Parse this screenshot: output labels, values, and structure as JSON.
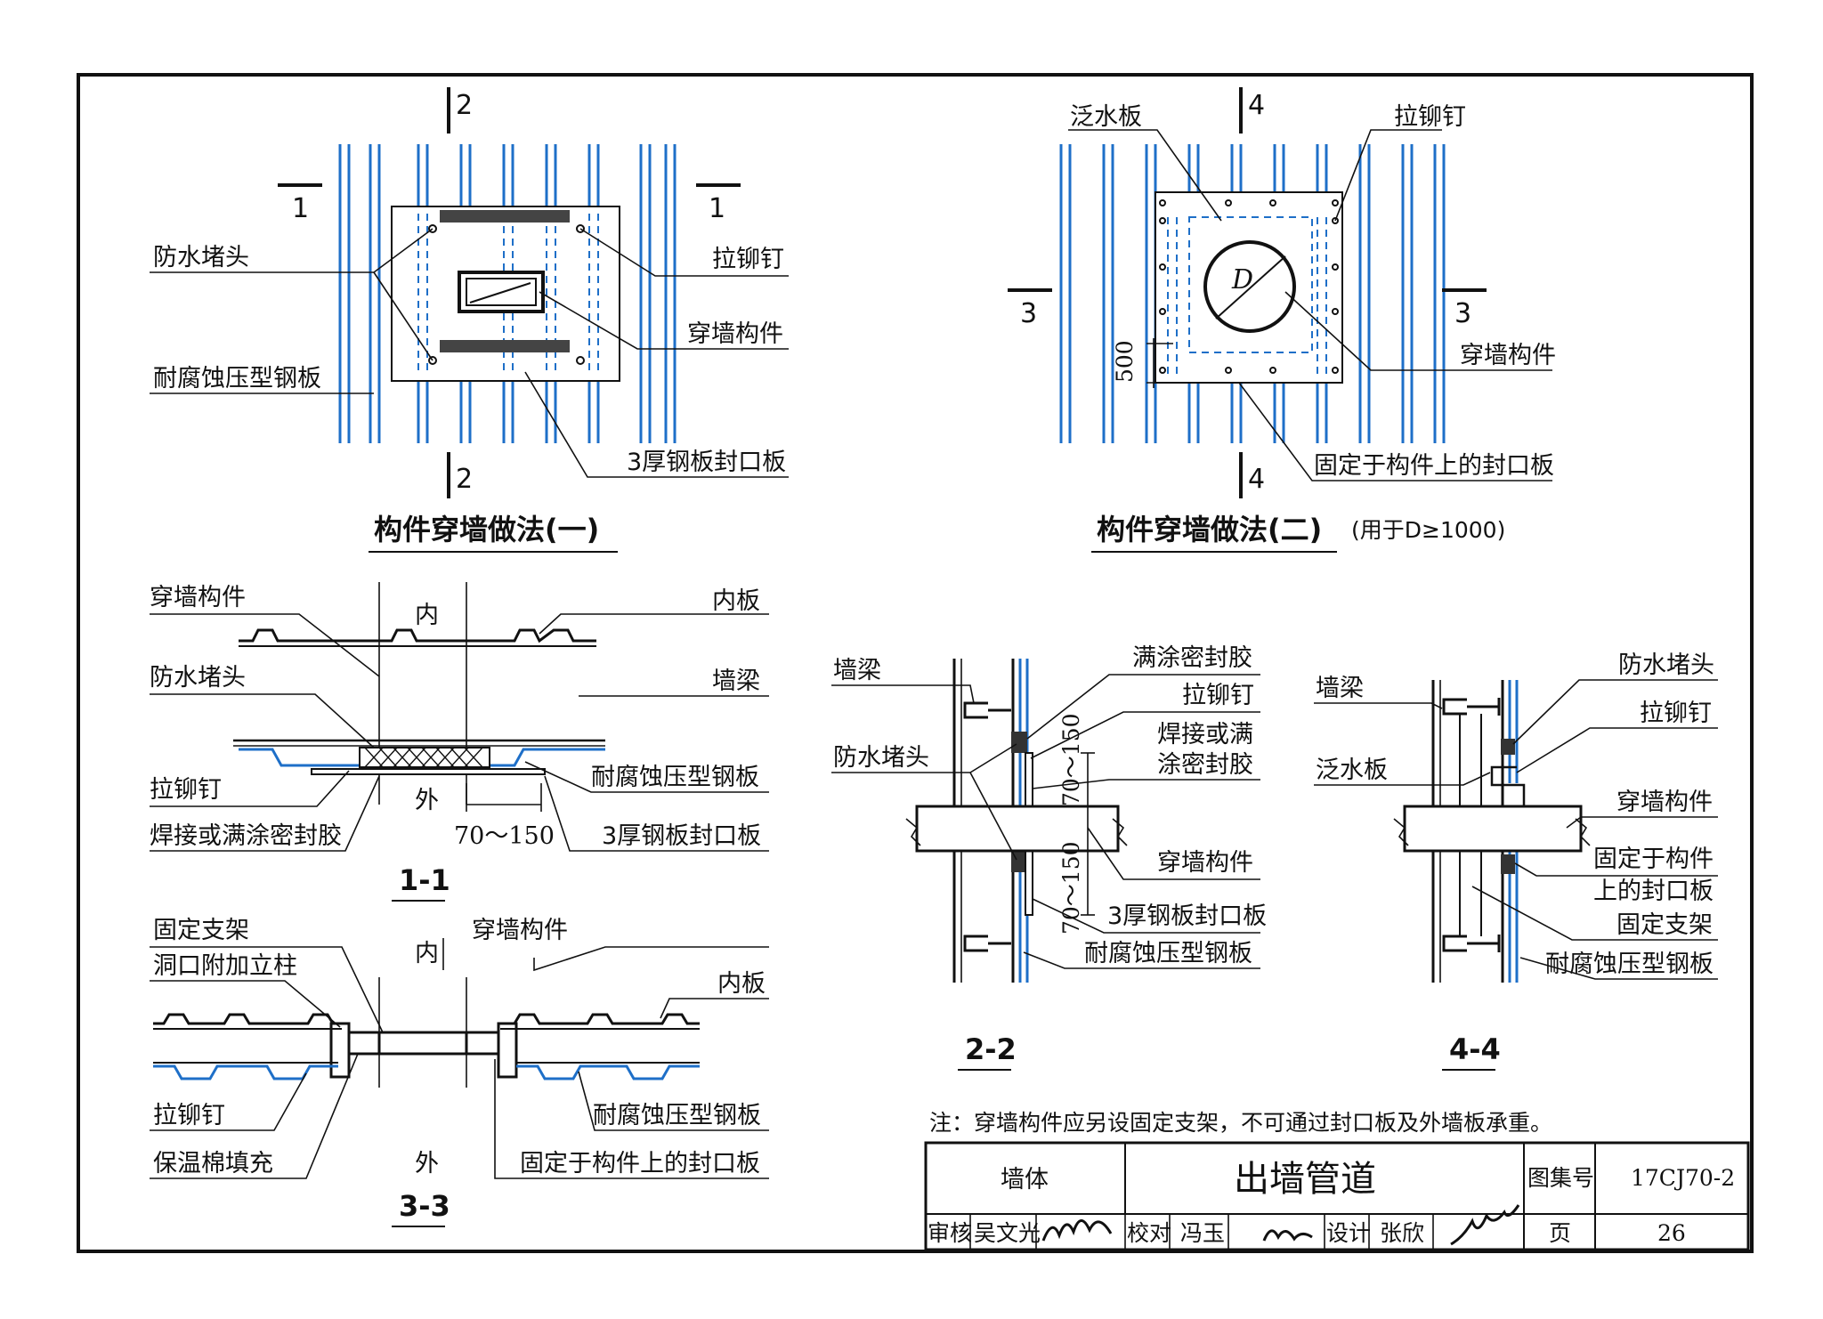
{
  "views": {
    "v1": {
      "title": "构件穿墙做法(一)",
      "labels": {
        "waterproof_plug": "防水堵头",
        "steel_sheet": "耐腐蚀压型钢板",
        "rivet": "拉铆钉",
        "member": "穿墙构件",
        "seal_plate": "3厚钢板封口板"
      },
      "section_marks": {
        "s1": "1",
        "s2": "2"
      }
    },
    "v2": {
      "title": "构件穿墙做法(二)",
      "note": "(用于D≥1000)",
      "labels": {
        "flashing": "泛水板",
        "rivet": "拉铆钉",
        "member": "穿墙构件",
        "fixed_seal": "固定于构件上的封口板",
        "diameter": "D",
        "dim500": "500"
      },
      "section_marks": {
        "s3": "3",
        "s4": "4"
      }
    },
    "s11": {
      "title": "1-1",
      "labels": {
        "member": "穿墙构件",
        "inner": "内",
        "inner_panel": "内板",
        "plug": "防水堵头",
        "beam": "墙梁",
        "rivet": "拉铆钉",
        "steel_sheet": "耐腐蚀压型钢板",
        "outer": "外",
        "weld": "焊接或满涂密封胶",
        "dim": "70～150",
        "seal_plate": "3厚钢板封口板"
      }
    },
    "s33": {
      "title": "3-3",
      "labels": {
        "bracket": "固定支架",
        "column": "洞口附加立柱",
        "inner": "内",
        "member": "穿墙构件",
        "inner_panel": "内板",
        "rivet": "拉铆钉",
        "steel_sheet": "耐腐蚀压型钢板",
        "insulation": "保温棉填充",
        "outer": "外",
        "fixed_seal": "固定于构件上的封口板"
      }
    },
    "s22": {
      "title": "2-2",
      "labels": {
        "beam": "墙梁",
        "sealant": "满涂密封胶",
        "rivet": "拉铆钉",
        "weld1": "焊接或满",
        "weld2": "涂密封胶",
        "plug": "防水堵头",
        "member": "穿墙构件",
        "seal_plate": "3厚钢板封口板",
        "steel_sheet": "耐腐蚀压型钢板",
        "dim_a": "70～150",
        "dim_b": "70～150"
      }
    },
    "s44": {
      "title": "4-4",
      "labels": {
        "beam": "墙梁",
        "plug": "防水堵头",
        "rivet": "拉铆钉",
        "flashing": "泛水板",
        "member": "穿墙构件",
        "fixed1": "固定于构件",
        "fixed2": "上的封口板",
        "bracket": "固定支架",
        "steel_sheet": "耐腐蚀压型钢板"
      }
    }
  },
  "note": "注：穿墙构件应另设固定支架，不可通过封口板及外墙板承重。",
  "title_block": {
    "category": "墙体",
    "title": "出墙管道",
    "atlas_label": "图集号",
    "atlas_no": "17CJ70-2",
    "review_label": "审核",
    "reviewer": "吴文光",
    "check_label": "校对",
    "checker": "冯玉",
    "design_label": "设计",
    "designer": "张欣",
    "page_label": "页",
    "page_no": "26"
  },
  "colors": {
    "blue": "#1e6fc8",
    "line": "#111111"
  }
}
